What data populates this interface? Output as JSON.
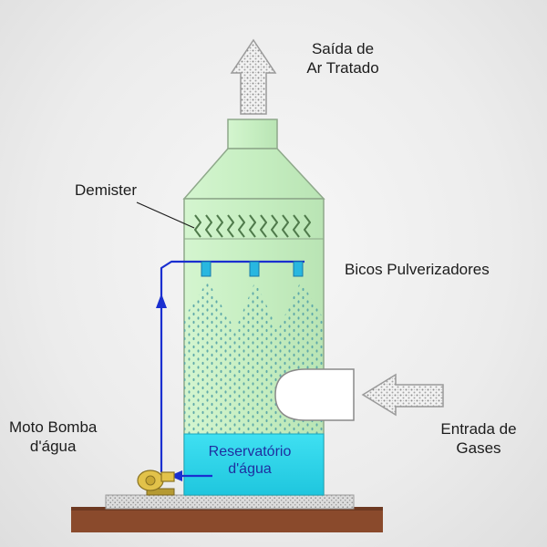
{
  "labels": {
    "outlet_line1": "Saída de",
    "outlet_line2": "Ar Tratado",
    "demister": "Demister",
    "nozzles": "Bicos Pulverizadores",
    "pump_line1": "Moto Bomba",
    "pump_line2": "d'água",
    "inlet_line1": "Entrada de",
    "inlet_line2": "Gases",
    "reservoir_line1": "Reservatório",
    "reservoir_line2": "d'água"
  },
  "colors": {
    "tower_fill": "#c9f0c4",
    "tower_stroke": "#8ea88a",
    "water": "#2ad3ea",
    "water_line": "#1a2fd0",
    "spray_drops": "#5aa6a8",
    "base": "#d2d2d2",
    "ground": "#8a4a2c",
    "pump": "#e2c24a",
    "gas_arrow": "#b0b0b0"
  },
  "icons": {
    "outlet_arrow": "arrow-up-icon",
    "inlet_arrow": "arrow-left-icon",
    "flow_arrow": "arrow-up-icon",
    "pump": "pump-icon"
  }
}
